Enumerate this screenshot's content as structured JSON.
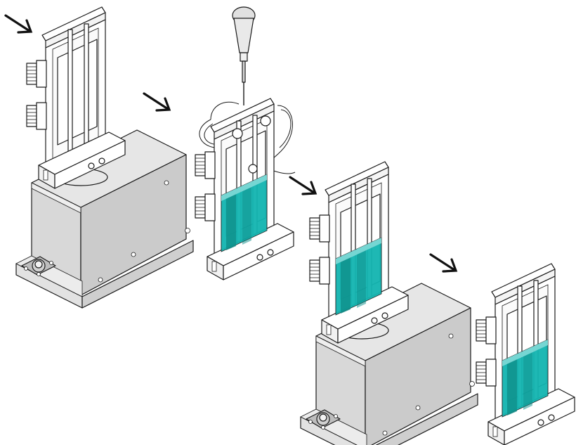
{
  "figure": {
    "description_text": "",
    "colors": {
      "gel": "#13b5b1",
      "gel_dark": "#0e8e8a",
      "housing_front": "#d7d7d7",
      "housing_side": "#c4c4c4",
      "housing_top": "#e4e4e4",
      "line": "#1a1a1a",
      "frame": "#ffffff"
    },
    "icons": [
      "arrow-icon",
      "syringe-icon",
      "tube-icon",
      "clip-icon",
      "screw-icon",
      "connector-icon"
    ],
    "steps": [
      {
        "name": "step-1-empty-cassette-on-base"
      },
      {
        "name": "step-2-gel-casting-with-syringe"
      },
      {
        "name": "step-3-gel-cassette-on-base"
      },
      {
        "name": "step-4-finished-gel-cassette"
      }
    ]
  }
}
